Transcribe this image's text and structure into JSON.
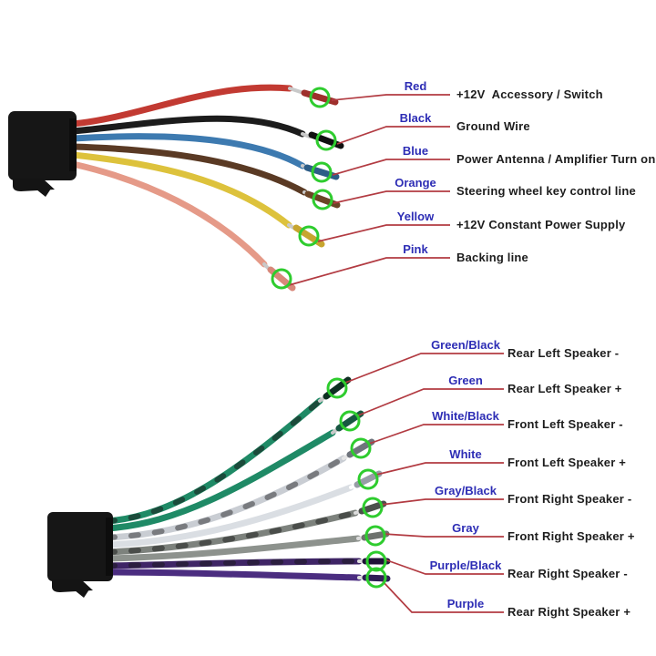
{
  "figure": {
    "background": "#ffffff",
    "annotation_colors": {
      "wire_name_text": "#2d2db5",
      "description_text": "#1d1d1d",
      "leader_line": "#b23b42",
      "terminal_ring": "#2ecc2e",
      "connector_body": "#161616"
    },
    "power_harness": {
      "wires": [
        {
          "color_label": "Red",
          "description": "+12V  Accessory / Switch",
          "hex": "#c23a32"
        },
        {
          "color_label": "Black",
          "description": "Ground Wire",
          "hex": "#1c1c1c"
        },
        {
          "color_label": "Blue",
          "description": "Power Antenna / Amplifier Turn on",
          "hex": "#3d7ab0"
        },
        {
          "color_label": "Orange",
          "description": "Steering wheel key control line",
          "hex": "#5a3a24"
        },
        {
          "color_label": "Yellow",
          "description": "+12V Constant Power Supply",
          "hex": "#ddc23c"
        },
        {
          "color_label": "Pink",
          "description": "Backing line",
          "hex": "#e59a88"
        }
      ]
    },
    "speaker_harness": {
      "wires": [
        {
          "color_label": "Green/Black",
          "description": "Rear Left Speaker -",
          "hex": "#1f8a66"
        },
        {
          "color_label": "Green",
          "description": "Rear Left Speaker +",
          "hex": "#1f8a66"
        },
        {
          "color_label": "White/Black",
          "description": "Front Left Speaker -",
          "hex": "#c9cdd3"
        },
        {
          "color_label": "White",
          "description": "Front Left Speaker +",
          "hex": "#dadee3"
        },
        {
          "color_label": "Gray/Black",
          "description": "Front Right Speaker -",
          "hex": "#7d827d"
        },
        {
          "color_label": "Gray",
          "description": "Front Right Speaker +",
          "hex": "#8d928d"
        },
        {
          "color_label": "Purple/Black",
          "description": "Rear Right Speaker -",
          "hex": "#3f2566"
        },
        {
          "color_label": "Purple",
          "description": "Rear Right Speaker +",
          "hex": "#4b2d80"
        }
      ]
    }
  }
}
